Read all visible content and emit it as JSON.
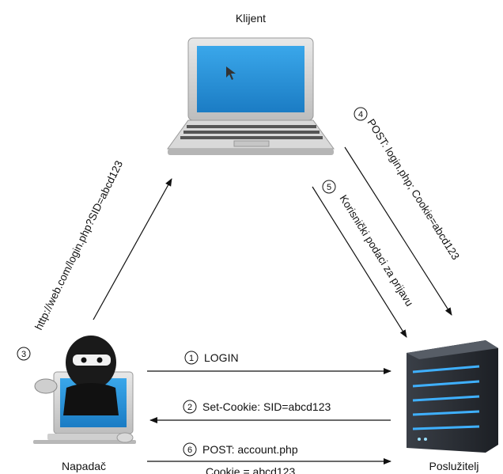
{
  "nodes": {
    "client": {
      "label": "Klijent",
      "icon": "laptop-icon"
    },
    "attacker": {
      "label": "Napadač",
      "icon": "hacker-icon"
    },
    "server": {
      "label": "Poslužitelj",
      "icon": "server-icon"
    }
  },
  "steps": [
    {
      "number": "1",
      "text": "LOGIN"
    },
    {
      "number": "2",
      "text": "Set-Cookie: SID=abcd123"
    },
    {
      "number": "3",
      "text": "http://web.com/login.php?SID=abcd123"
    },
    {
      "number": "4",
      "text": "POST: login.php; Cookie=abcd123"
    },
    {
      "number": "5",
      "text": "Korisnički podaci za prijavu"
    },
    {
      "number": "6",
      "text": "POST: account.php",
      "text2": "Cookie = abcd123"
    }
  ],
  "colors": {
    "screen": "#1f8fd8",
    "server_body": "#2b2f36",
    "server_light": "#3fb0ff",
    "mask": "#111111"
  }
}
